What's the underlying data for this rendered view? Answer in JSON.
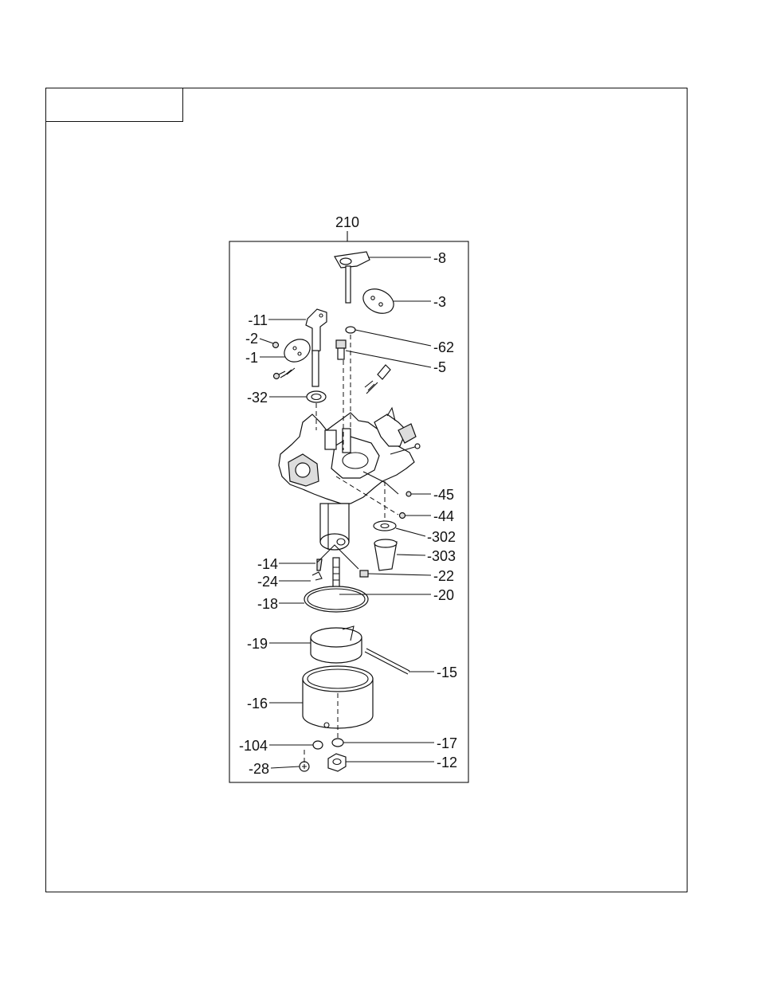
{
  "assembly": {
    "number": "210"
  },
  "parts": {
    "p8": "-8",
    "p3": "-3",
    "p11": "-11",
    "p2": "-2",
    "p1": "-1",
    "p62": "-62",
    "p5": "-5",
    "p32": "-32",
    "p45": "-45",
    "p44": "-44",
    "p302": "-302",
    "p303": "-303",
    "p14": "-14",
    "p24": "-24",
    "p22": "-22",
    "p18": "-18",
    "p20": "-20",
    "p19": "-19",
    "p15": "-15",
    "p16": "-16",
    "p104": "-104",
    "p17": "-17",
    "p28": "-28",
    "p12": "-12"
  }
}
